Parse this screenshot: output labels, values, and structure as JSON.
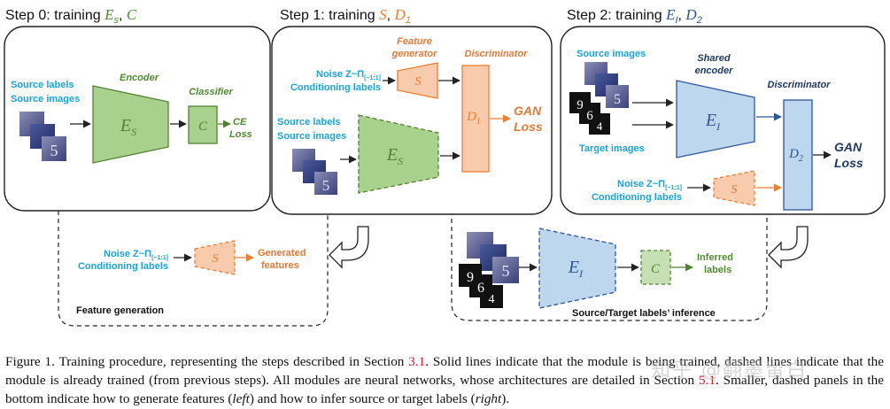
{
  "colors": {
    "green_fill": "#a9d18e",
    "green_stroke": "#548235",
    "orange_fill": "#f8cbad",
    "orange_stroke": "#ed7d31",
    "blue_fill": "#bdd7ee",
    "blue_stroke": "#4472a8",
    "cyan_text": "#1aa3d9",
    "orange_text": "#e07b39",
    "green_text": "#4e8a2e",
    "navy_text": "#1f3864"
  },
  "step0": {
    "title": "Step 0: training ",
    "title_es": "E",
    "title_es_sub": "s",
    "title_sep": ", ",
    "title_c": "C",
    "source_labels": "Source labels",
    "source_images": "Source images",
    "encoder_label": "Encoder",
    "encoder_symbol": "E",
    "encoder_sub": "S",
    "classifier_label": "Classifier",
    "classifier_symbol": "C",
    "loss_line1": "CE",
    "loss_line2": "Loss"
  },
  "step1": {
    "title": "Step 1: training ",
    "title_s": "S",
    "title_sep": ", ",
    "title_d": "D",
    "title_d_sub": "1",
    "feature_generator_line1": "Feature",
    "feature_generator_line2": "generator",
    "discriminator_label": "Discriminator",
    "noise_label": "Noise Z~Π",
    "noise_sub": "[−1:1]",
    "conditioning_labels": "Conditioning labels",
    "generator_symbol": "S",
    "source_labels": "Source labels",
    "source_images": "Source images",
    "encoder_symbol": "E",
    "encoder_sub": "S",
    "disc_symbol": "D",
    "disc_sub": "1",
    "loss_line1": "GAN",
    "loss_line2": "Loss"
  },
  "step2": {
    "title": "Step 2: training ",
    "title_e": "E",
    "title_e_sub": "I",
    "title_sep": ", ",
    "title_d": "D",
    "title_d_sub": "2",
    "source_images": "Source images",
    "target_images": "Target images",
    "shared_encoder_line1": "Shared",
    "shared_encoder_line2": "encoder",
    "encoder_symbol": "E",
    "encoder_sub": "I",
    "discriminator_label": "Discriminator",
    "disc_symbol": "D",
    "disc_sub": "2",
    "noise_label": "Noise Z~Π",
    "noise_sub": "[−1:1]",
    "conditioning_labels": "Conditioning labels",
    "generator_symbol": "S",
    "loss_line1": "GAN",
    "loss_line2": "Loss"
  },
  "feature_generation": {
    "noise_label": "Noise Z~Π",
    "noise_sub": "[−1:1]",
    "conditioning_labels": "Conditioning labels",
    "generator_symbol": "S",
    "output_line1": "Generated",
    "output_line2": "features",
    "panel_title": "Feature generation"
  },
  "inference": {
    "encoder_symbol": "E",
    "encoder_sub": "I",
    "classifier_symbol": "C",
    "output_line1": "Inferred",
    "output_line2": "labels",
    "panel_title": "Source/Target labels’ inference"
  },
  "caption": {
    "p1": "Figure 1. Training procedure, representing the steps described in Section ",
    "ref1": "3.1",
    "p2": ". Solid lines indicate that the module is being trained, dashed lines indicate that the module is already trained (from previous steps). All modules are neural networks, whose architectures are detailed in Section ",
    "ref2": "5.1",
    "p3": ". Smaller, dashed panels in the bottom indicate how to generate features (",
    "left": "left",
    "p4": ") and how to infer source or target labels (",
    "right": "right",
    "p5": ")."
  },
  "watermark": "知乎 @翻墨留白"
}
